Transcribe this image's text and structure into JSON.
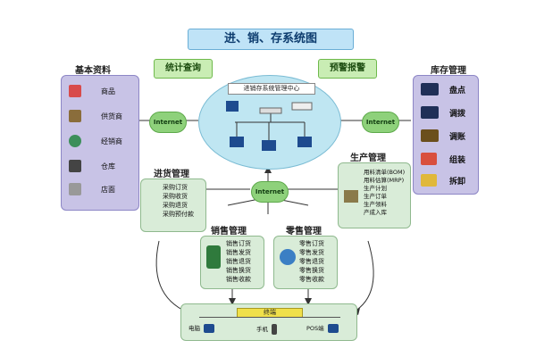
{
  "title": "进、销、存系统图",
  "tags": {
    "query": "统计查询",
    "alert": "预警报警"
  },
  "center": {
    "label": "进销存系统管理中心"
  },
  "cloud_label": "Internet",
  "basic": {
    "title": "基本资料",
    "items": [
      "商品",
      "供货商",
      "经销商",
      "仓库",
      "店面"
    ]
  },
  "inventory": {
    "title": "库存管理",
    "items": [
      "盘点",
      "调拨",
      "调账",
      "组装",
      "拆卸"
    ]
  },
  "purchase": {
    "title": "进货管理",
    "items": [
      "采购订货",
      "采购收货",
      "采购退货",
      "采购预付款"
    ]
  },
  "production": {
    "title": "生产管理",
    "items": [
      "用料清单(BOM)",
      "用料估算(MRP)",
      "生产计划",
      "生产订单",
      "生产领料",
      "产成入库"
    ]
  },
  "sales": {
    "title": "销售管理",
    "items": [
      "销售订货",
      "销售发货",
      "销售退货",
      "销售换货",
      "销售收款"
    ]
  },
  "retail": {
    "title": "零售管理",
    "items": [
      "零售订货",
      "零售发货",
      "零售退货",
      "零售换货",
      "零售收款"
    ]
  },
  "terminal": {
    "title": "终端",
    "items": [
      "电脑",
      "手机",
      "POS端"
    ]
  },
  "colors": {
    "panel_lavender": "#c8c3e6",
    "panel_mint": "#d9ecd8",
    "cloud": "#8ed17b",
    "title_bg": "#bfe3f7"
  }
}
